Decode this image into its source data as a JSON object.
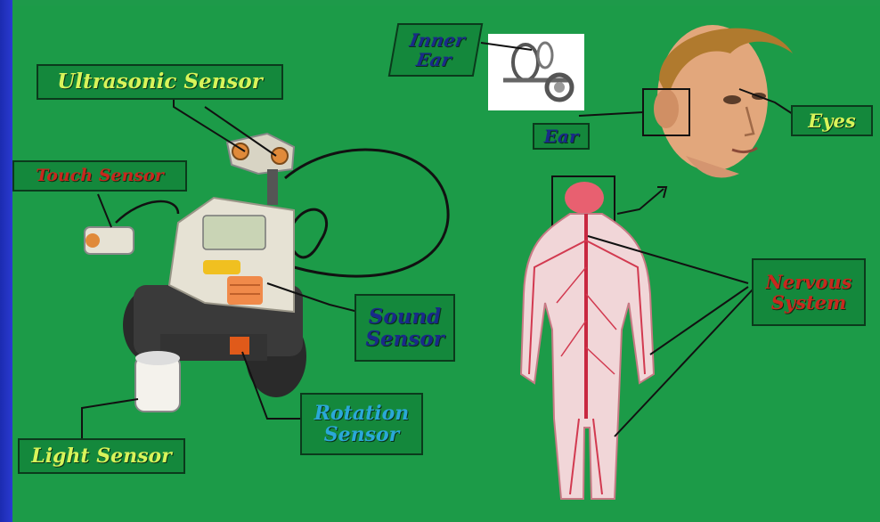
{
  "colors": {
    "panel_bg": "#1c9b48",
    "frame_blue": "#1e2fb0",
    "label_yellow_green": "#d8f45a",
    "label_red": "#c8281e",
    "label_navy": "#1a2a8a",
    "label_cyan": "#2aa8d8"
  },
  "labels": {
    "ultrasonic_sensor": "Ultrasonic Sensor",
    "touch_sensor": "Touch Sensor",
    "sound_sensor": "Sound\nSensor",
    "rotation_sensor": "Rotation\nSensor",
    "light_sensor": "Light Sensor",
    "inner_ear": "Inner\nEar",
    "ear": "Ear",
    "eyes": "Eyes",
    "nervous_system": "Nervous\nSystem"
  },
  "icons": {
    "robot": "lego-nxt-robot-icon",
    "inner_ear": "inner-ear-icon",
    "head": "human-head-icon",
    "body": "human-nervous-system-icon"
  }
}
